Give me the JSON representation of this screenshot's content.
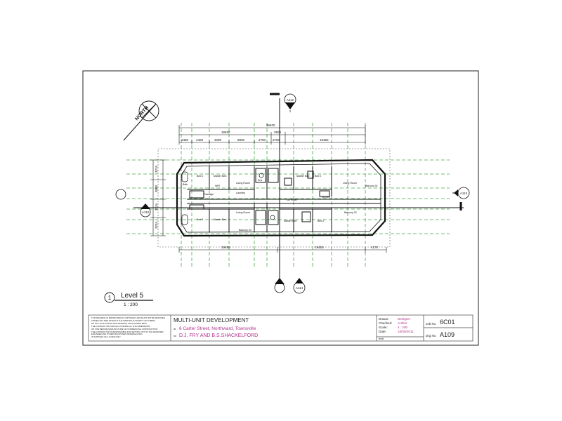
{
  "drawing": {
    "north_label": "NORTH",
    "view_title": "Level 5",
    "view_number": "1",
    "view_scale": "1 : 200",
    "section_tags": [
      "A112",
      "A113",
      "A114",
      "A110"
    ],
    "section_sub": "1",
    "dims_overall": "36400",
    "dims_top": [
      "19450",
      "2500",
      "19450"
    ],
    "dims_top_sub": [
      "2450",
      "4400",
      "4200",
      "5830",
      "2700",
      "2700",
      "19450"
    ],
    "dims_bottom": [
      "19450",
      "19450",
      "4170"
    ],
    "dims_left": [
      "3215",
      "3000",
      "3234",
      "3234"
    ],
    "rooms": [
      "Bed 2",
      "Master Bed",
      "Living Room",
      "WIR",
      "Ens",
      "Bath",
      "Passage",
      "Laundry",
      "Master Bed",
      "Bed 2",
      "Living Room",
      "Balcony 01",
      "Kitchen",
      "Lift Foyer",
      "Bed 2",
      "Master Bed",
      "Living Room",
      "Balcony 04",
      "Bed 2",
      "Master Bed",
      "Balcony 02"
    ]
  },
  "title_block": {
    "notes": [
      "THIS DRAWING IS PROTECTED BY COPYRIGHT AND MUST NOT BE RETAINED",
      "COPIED OR USED WITHOUT THE WRITTEN AUTHORITY OF DJ&BSF",
      "DO NOT SCALE FROM THIS DRAWING USE FIGURED DIMS",
      "THE CONTRACTOR SHOULD CONFIRM ALL SITE DIMENSIONS",
      "ON SITE BEFORE MANUFACTURE OR COMMENCING CONSTRUCTION",
      "THE CONTRACTOR IS RESPONSIBLE FOR SETTING OUT OF THE DESIGNER",
      "ENGINEER AND OTHER DISCIPLINES DRAWINGS AND",
      "IS SUPPLIED AS A GUIDE ONLY"
    ],
    "project": "MULTI-UNIT DEVELOPMENT",
    "address": "6 Carter Street, Northward, Townsville",
    "address_prefix": "at",
    "client": "D.J. FRY AND B.S.SHACKELFORD",
    "client_prefix": "for",
    "drawn_label": "Drawn:",
    "drawn_value": "Designer",
    "checked_label": "Checked:",
    "checked_value": "Author",
    "scale_label": "Scale:",
    "scale_value": "1 : 200",
    "date_label": "Date:",
    "date_value": "18/05/2011",
    "job_label": "Job No",
    "job_value": "6C01",
    "drg_label": "Drg No",
    "drg_value": "A109",
    "level_label": "level"
  },
  "colors": {
    "line": "#111111",
    "grid": "#4aa84a",
    "accent": "#b0308c"
  }
}
